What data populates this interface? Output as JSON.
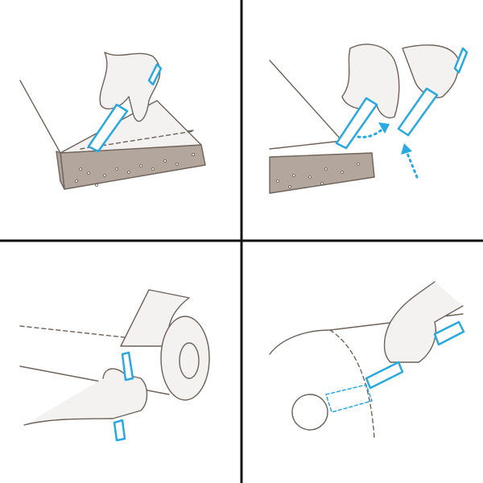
{
  "colors": {
    "line": "#6e625a",
    "block_fill": "#b3a79d",
    "roll_fill": "#f4f2f0",
    "cutter_blue": "#29a9e1",
    "divider": "#111111",
    "background": "#ffffff"
  },
  "panels": [
    {
      "id": "panel-1"
    },
    {
      "id": "panel-2"
    },
    {
      "id": "panel-3"
    },
    {
      "id": "panel-4"
    }
  ]
}
